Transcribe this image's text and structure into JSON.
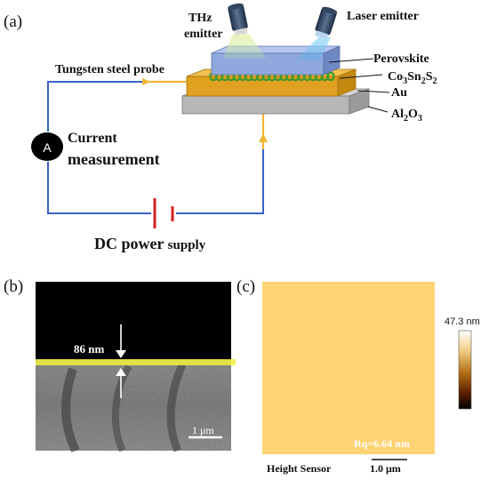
{
  "panels": {
    "a": "(a)",
    "b": "(b)",
    "c": "(c)"
  },
  "schematic": {
    "thz_line1": "THz",
    "thz_line2": "emitter",
    "laser_emitter": "Laser emitter",
    "perovskite": "Perovskite",
    "layer_co": {
      "base": "Co",
      "s1": "3",
      "mid1": "Sn",
      "s2": "2",
      "mid2": "S",
      "s3": "2"
    },
    "layer_au": "Au",
    "layer_al": {
      "base": "Al",
      "s1": "2",
      "mid": "O",
      "s2": "3"
    },
    "probe": "Tungsten steel probe",
    "ammeter_symbol": "A",
    "current_line1": "Current",
    "current_line2": "measurement",
    "dc_main": "DC power",
    "dc_small": "supply"
  },
  "sem": {
    "thickness": "86 nm",
    "scale": "1 μm"
  },
  "afm": {
    "colorbar_max": "47.3 nm",
    "roughness": "Rq=6.64 nm",
    "sensor": "Height Sensor",
    "scale": "1.0 μm"
  },
  "colors": {
    "wire": "#3a63c8",
    "probe_tip": "#f2b630",
    "substrate": "#b7b7b7",
    "gold": "#e0a020",
    "coil": "#4caf3a",
    "perovskite": "#8fa8dd",
    "battery": "#d42020",
    "sem_highlight": "#f2f03c"
  }
}
